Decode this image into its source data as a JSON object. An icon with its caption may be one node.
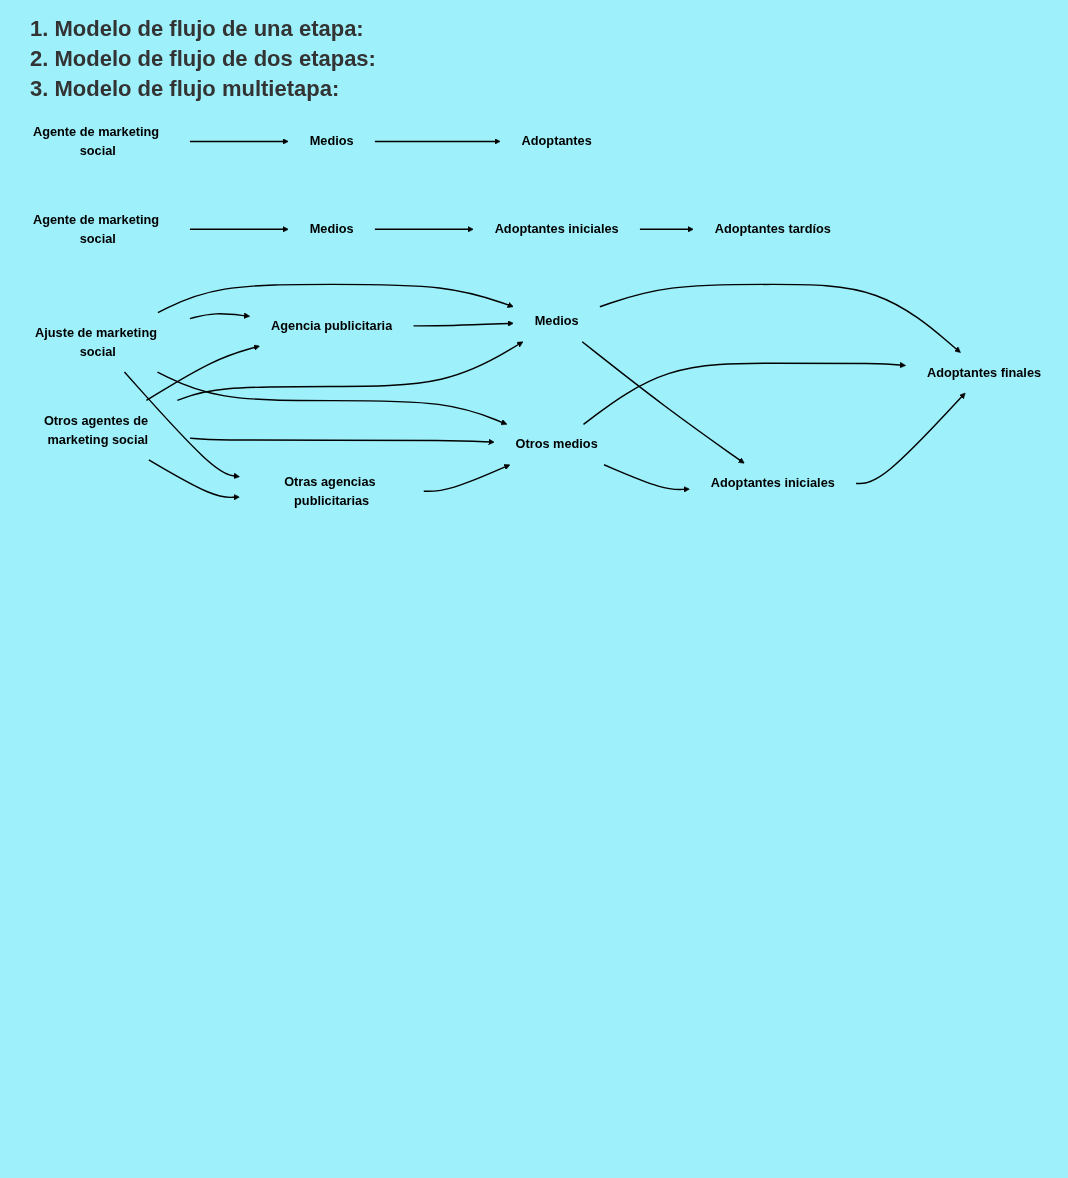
{
  "diagram": {
    "nodes": [
      {
        "text": [
          "Agente de marketing social"
        ]
      },
      {
        "text": [
          "Medios"
        ]
      },
      {
        "text": [
          "Adoptantes"
        ]
      },
      {
        "text": [
          "Agente de marketing social"
        ]
      },
      {
        "text": [
          "Medios"
        ]
      },
      {
        "text": [
          "Adoptantes iniciales"
        ]
      },
      {
        "text": [
          "Adoptantes tardíos"
        ]
      },
      {
        "text": [
          "Ajuste de marketing social"
        ]
      },
      {
        "text": [
          "Agencia publicitaria"
        ]
      },
      {
        "text": [
          "Medios"
        ]
      },
      {
        "text": [
          "Adoptantes iniciales"
        ]
      },
      {
        "text": [
          "Adoptantes finales"
        ]
      },
      {
        "text": [
          "Otros agentes de marketing social"
        ]
      },
      {
        "text": [
          "Otras agencias publicitarias"
        ]
      },
      {
        "text": [
          "Otros medios"
        ]
      }
    ],
    "edges": [
      {
        "from": 0,
        "to": 1,
        "arrow": "to"
      },
      {
        "from": 1,
        "to": 2,
        "arrow": "to"
      },
      {
        "from": 3,
        "to": 4,
        "arrow": "to"
      },
      {
        "from": 4,
        "to": 5,
        "arrow": "to"
      },
      {
        "from": 5,
        "to": 6,
        "arrow": "to"
      },
      {
        "from": 7,
        "to": 9,
        "arrow": "to"
      },
      {
        "from": 7,
        "to": 8,
        "arrow": "to"
      },
      {
        "from": 7,
        "to": 13,
        "arrow": "to"
      },
      {
        "from": 7,
        "to": 14,
        "arrow": "to"
      },
      {
        "from": 8,
        "to": 9,
        "arrow": "to"
      },
      {
        "from": 12,
        "to": 8,
        "arrow": "to"
      },
      {
        "from": 12,
        "to": 9,
        "arrow": "to"
      },
      {
        "from": 12,
        "to": 13,
        "arrow": "to"
      },
      {
        "from": 12,
        "to": 14,
        "arrow": "to"
      },
      {
        "from": 13,
        "to": 14,
        "arrow": "to"
      },
      {
        "from": 9,
        "to": 10,
        "arrow": "to"
      },
      {
        "from": 9,
        "to": 11,
        "arrow": "to"
      },
      {
        "from": 14,
        "to": 10,
        "arrow": "to"
      },
      {
        "from": 14,
        "to": 11,
        "arrow": "to"
      },
      {
        "from": 10,
        "to": 11,
        "arrow": "to"
      }
    ],
    "labels": [
      "1. Modelo de flujo de una etapa:",
      "2. Modelo de flujo de dos etapas:",
      "3. Modelo de flujo multietapa:"
    ]
  }
}
